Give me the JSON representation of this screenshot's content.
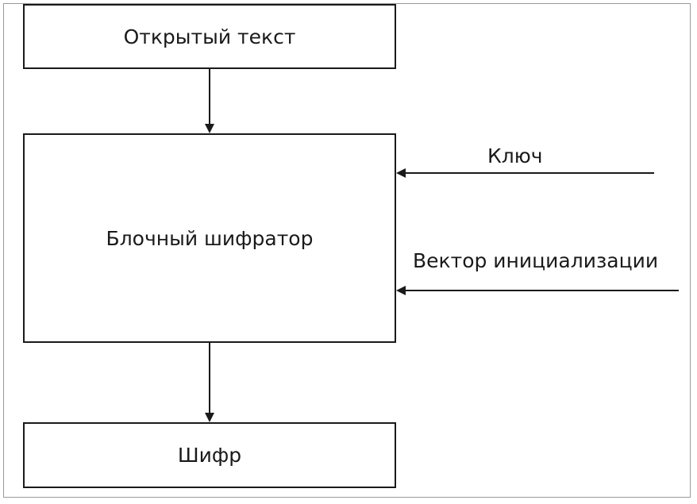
{
  "nodes": {
    "plaintext": "Открытый текст",
    "block_cipher": "Блочный шифратор",
    "ciphertext": "Шифр"
  },
  "inputs": {
    "key": "Ключ",
    "iv": "Вектор инициализации"
  },
  "colors": {
    "stroke": "#1a1a1a",
    "frame": "#9a9a9a",
    "background": "#ffffff"
  }
}
